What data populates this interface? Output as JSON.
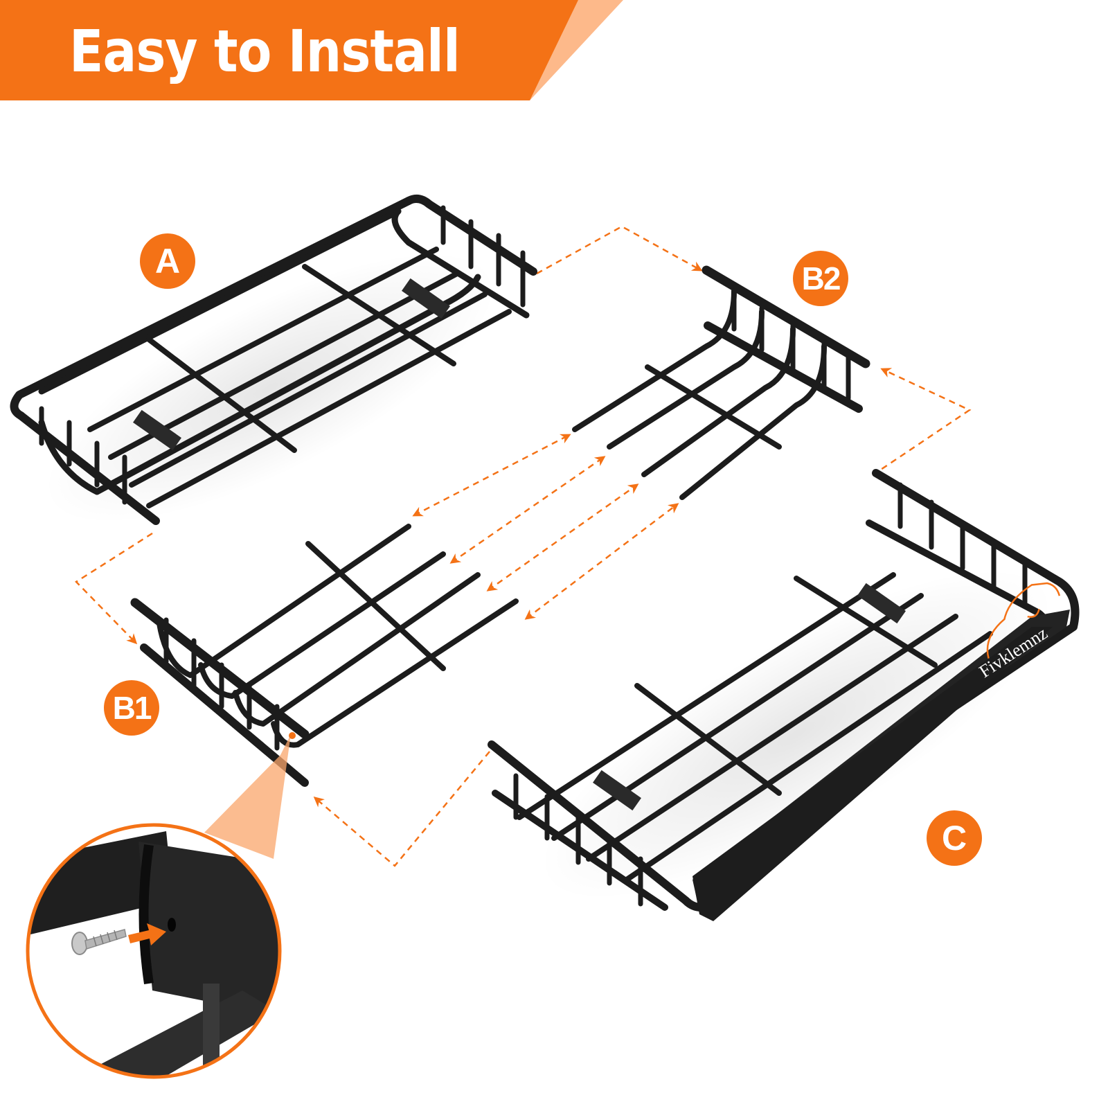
{
  "banner": {
    "title": "Easy to Install",
    "color": "#f47216",
    "accent_color": "#fdb98a"
  },
  "parts": [
    {
      "id": "A",
      "label": "A",
      "description": "front rack section with crossbar mount"
    },
    {
      "id": "B2",
      "label": "B2",
      "description": "middle extension section (top)"
    },
    {
      "id": "B1",
      "label": "B1",
      "description": "middle extension section (bottom)"
    },
    {
      "id": "C",
      "label": "C",
      "description": "rear rack section with wind fairing and crossbar mount"
    }
  ],
  "badge_color": "#f47216",
  "brand": {
    "name": "Fivklemnz",
    "logo": "car-outline-logo",
    "logo_color": "#f47216"
  },
  "detail_inset": {
    "description": "close-up of tube joint with self-tapping screw inserted into pre-drilled hole",
    "border_color": "#f47216",
    "icons": [
      "screw-icon",
      "insert-arrow-icon"
    ]
  },
  "connectors": {
    "style": "dashed",
    "color": "#f47216",
    "count": 8
  }
}
